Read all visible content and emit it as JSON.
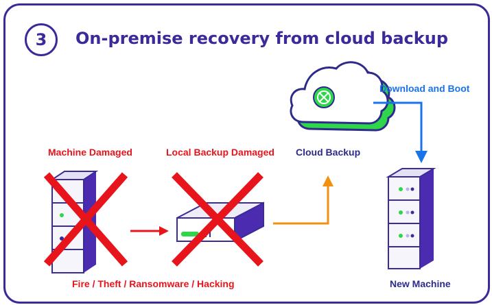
{
  "step_number": "3",
  "title": "On-premise recovery from cloud backup",
  "labels": {
    "machine_damaged": "Machine Damaged",
    "local_backup_damaged": "Local Backup Damaged",
    "cloud_backup": "Cloud Backup",
    "download_and_boot": "Download and Boot",
    "fire_theft": "Fire / Theft / Ransomware / Hacking",
    "new_machine": "New Machine"
  },
  "colors": {
    "frame": "#3b2a9a",
    "damage_red": "#e8141c",
    "upload_arrow": "#f29111",
    "download_arrow": "#1a73e8",
    "server_purple": "#4b2bb0",
    "cloud_green": "#2fd64a"
  },
  "icons": {
    "machine": "server-tower-icon",
    "local_backup": "backup-drive-icon",
    "cloud": "cloud-backup-icon",
    "new_machine": "server-tower-icon",
    "cross": "red-x-icon"
  }
}
